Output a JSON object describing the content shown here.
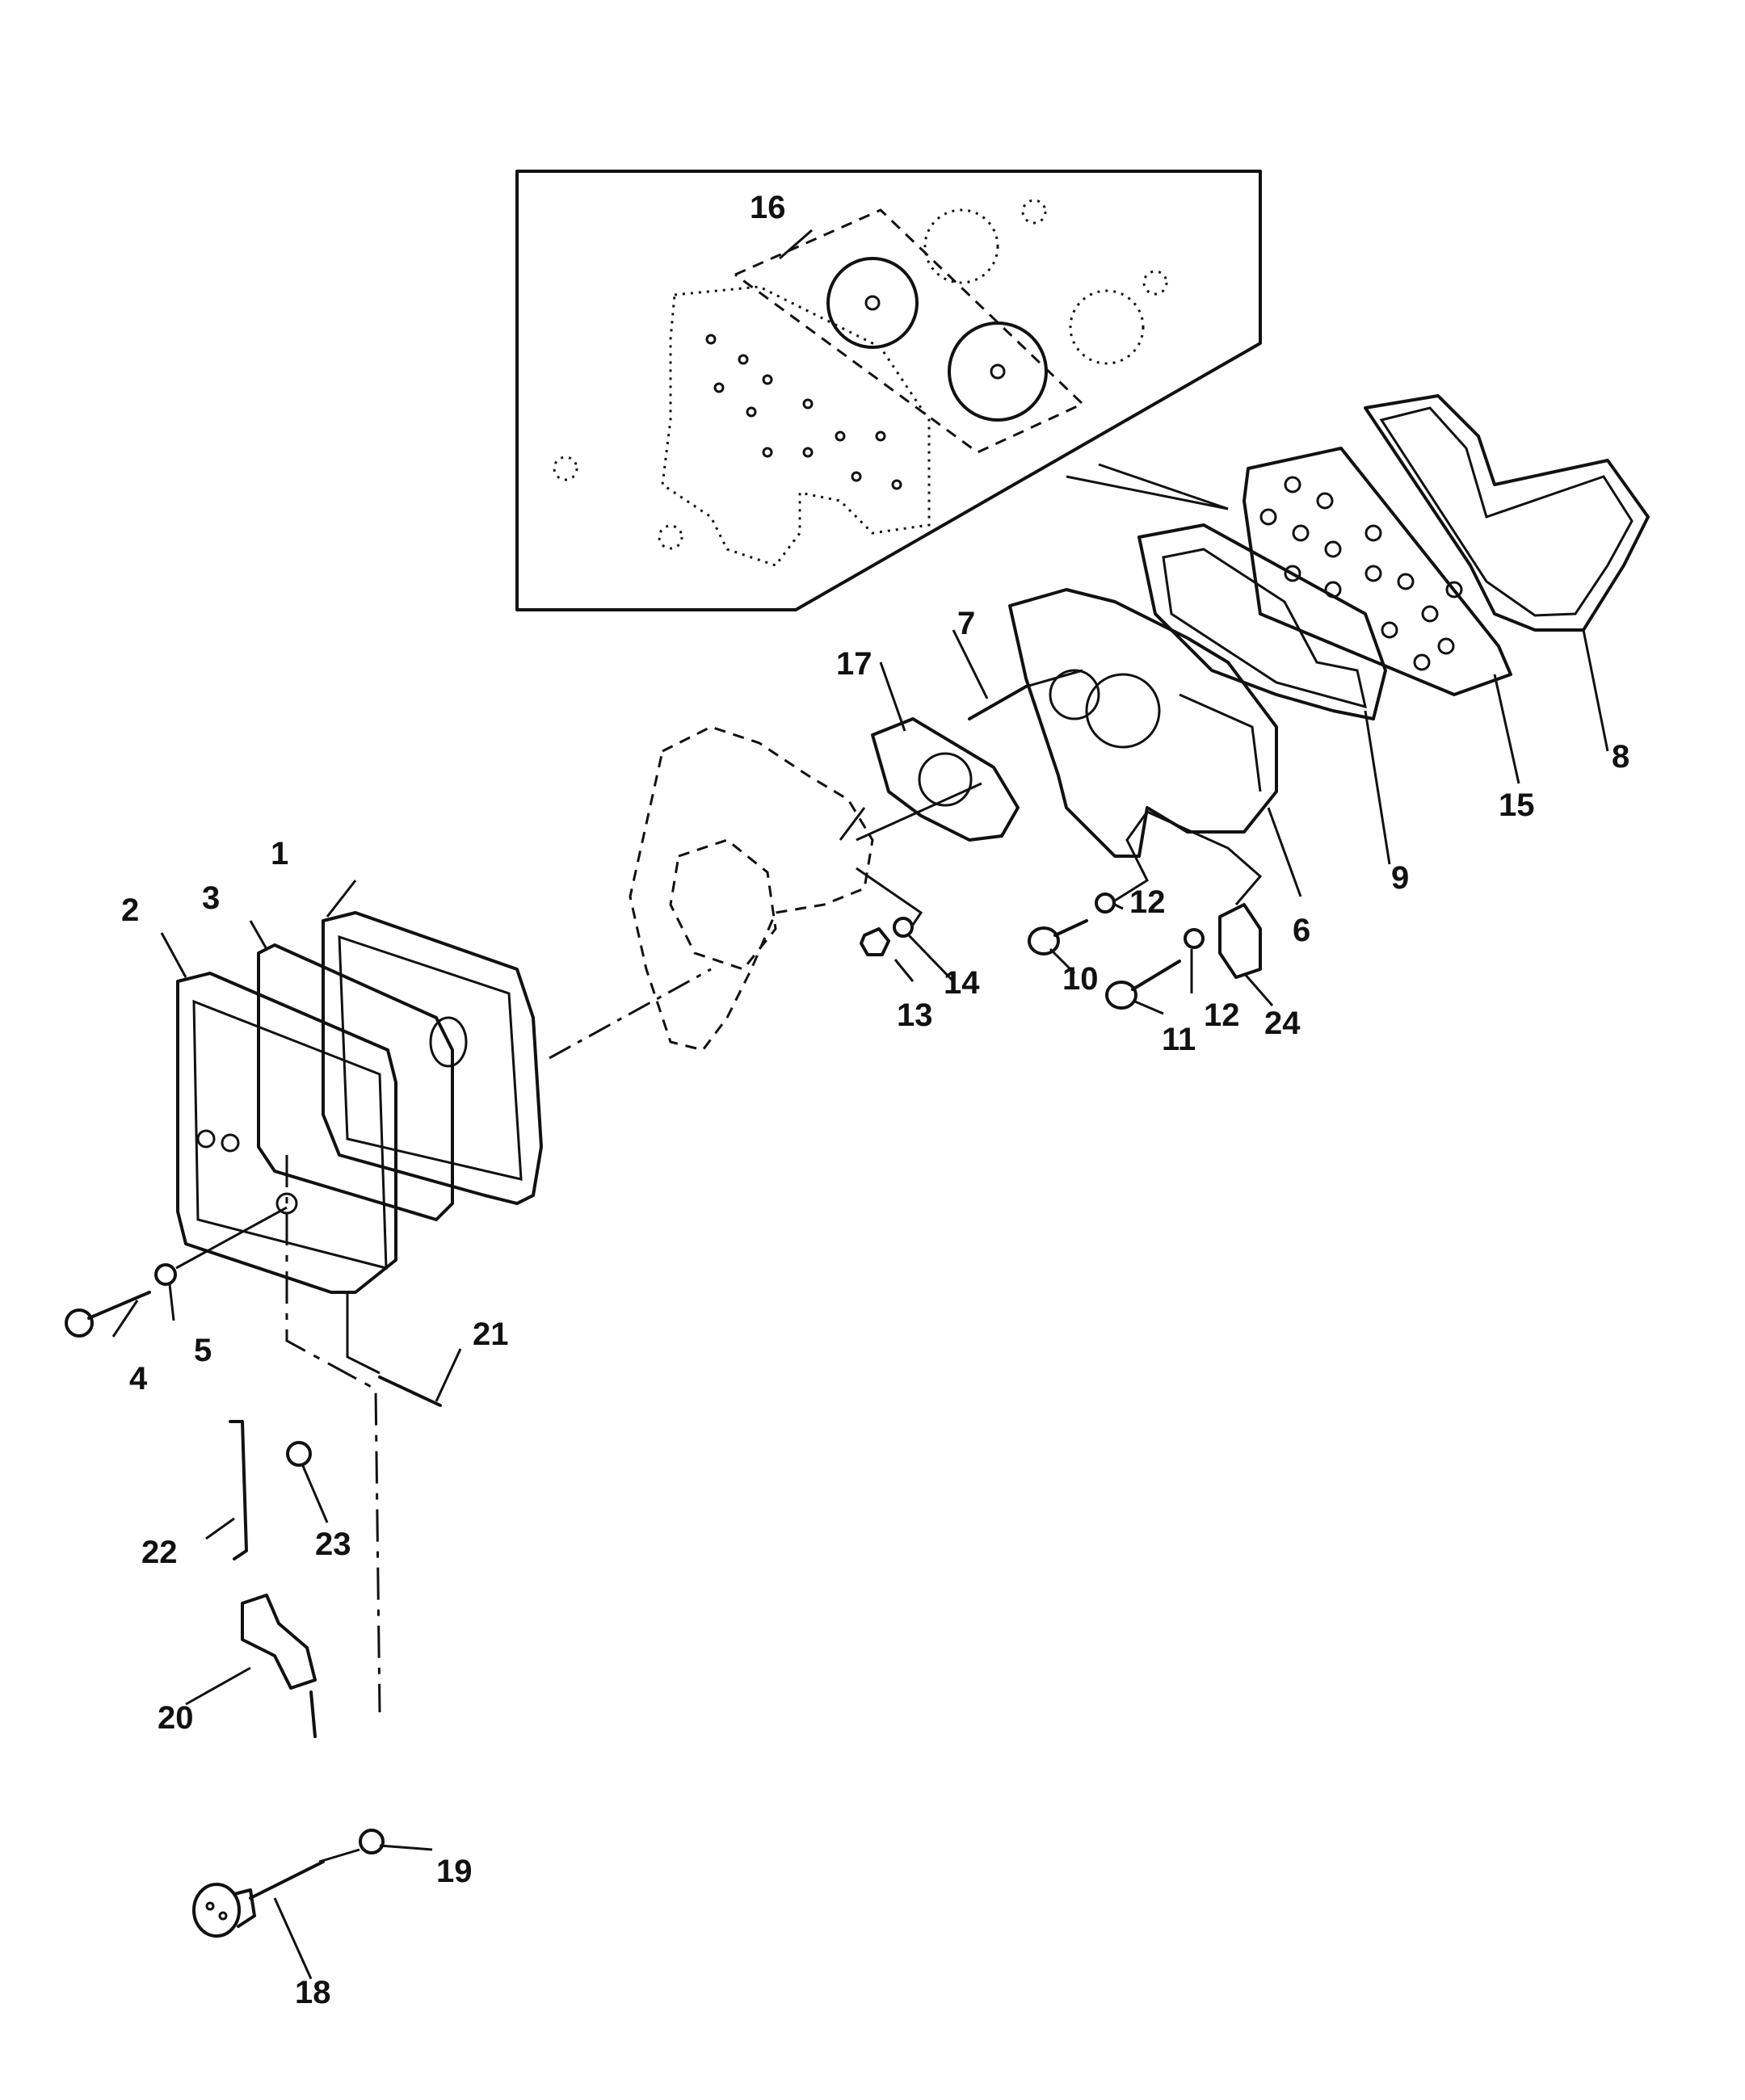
{
  "callouts": [
    {
      "id": "c1",
      "text": "1"
    },
    {
      "id": "c2",
      "text": "2"
    },
    {
      "id": "c3",
      "text": "3"
    },
    {
      "id": "c4",
      "text": "4"
    },
    {
      "id": "c5",
      "text": "5"
    },
    {
      "id": "c6",
      "text": "6"
    },
    {
      "id": "c7",
      "text": "7"
    },
    {
      "id": "c8",
      "text": "8"
    },
    {
      "id": "c9",
      "text": "9"
    },
    {
      "id": "c10",
      "text": "10"
    },
    {
      "id": "c11",
      "text": "11"
    },
    {
      "id": "c12a",
      "text": "12"
    },
    {
      "id": "c12b",
      "text": "12"
    },
    {
      "id": "c13",
      "text": "13"
    },
    {
      "id": "c14",
      "text": "14"
    },
    {
      "id": "c15",
      "text": "15"
    },
    {
      "id": "c16",
      "text": "16"
    },
    {
      "id": "c17",
      "text": "17"
    },
    {
      "id": "c18",
      "text": "18"
    },
    {
      "id": "c19",
      "text": "19"
    },
    {
      "id": "c20",
      "text": "20"
    },
    {
      "id": "c21",
      "text": "21"
    },
    {
      "id": "c22",
      "text": "22"
    },
    {
      "id": "c23",
      "text": "23"
    },
    {
      "id": "c24",
      "text": "24"
    }
  ]
}
